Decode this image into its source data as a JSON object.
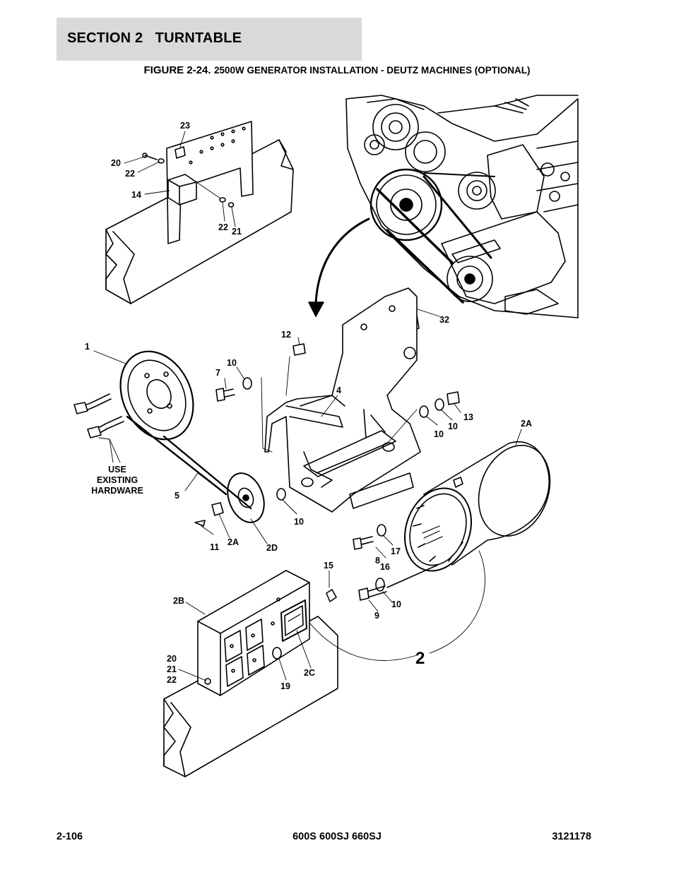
{
  "header": {
    "section": "SECTION 2   TURNTABLE",
    "figure_number": "FIGURE 2-24.",
    "figure_title": "2500W GENERATOR INSTALLATION - DEUTZ MACHINES (OPTIONAL)"
  },
  "callouts": {
    "c23": "23",
    "c20a": "20",
    "c22a": "22",
    "c14": "14",
    "c22b": "22",
    "c21": "21",
    "c32": "32",
    "c12": "12",
    "c1": "1",
    "c10a": "10",
    "c7": "7",
    "c4": "4",
    "c13": "13",
    "c10b": "10",
    "c10c": "10",
    "c2a_top": "2A",
    "use_existing_1": "USE",
    "use_existing_2": "EXISTING",
    "use_existing_3": "HARDWARE",
    "c5": "5",
    "c10d": "10",
    "c11": "11",
    "c2a_bot": "2A",
    "c2d": "2D",
    "c17": "17",
    "c8": "8",
    "c16": "16",
    "c15": "15",
    "c10e": "10",
    "c9": "9",
    "c2b": "2B",
    "c2": "2",
    "c2021_20": "20",
    "c2021_21": "21",
    "c2021_22": "22",
    "c19": "19",
    "c2c": "2C"
  },
  "footer": {
    "page": "2-106",
    "models": "600S 600SJ 660SJ",
    "doc_number": "3121178"
  }
}
